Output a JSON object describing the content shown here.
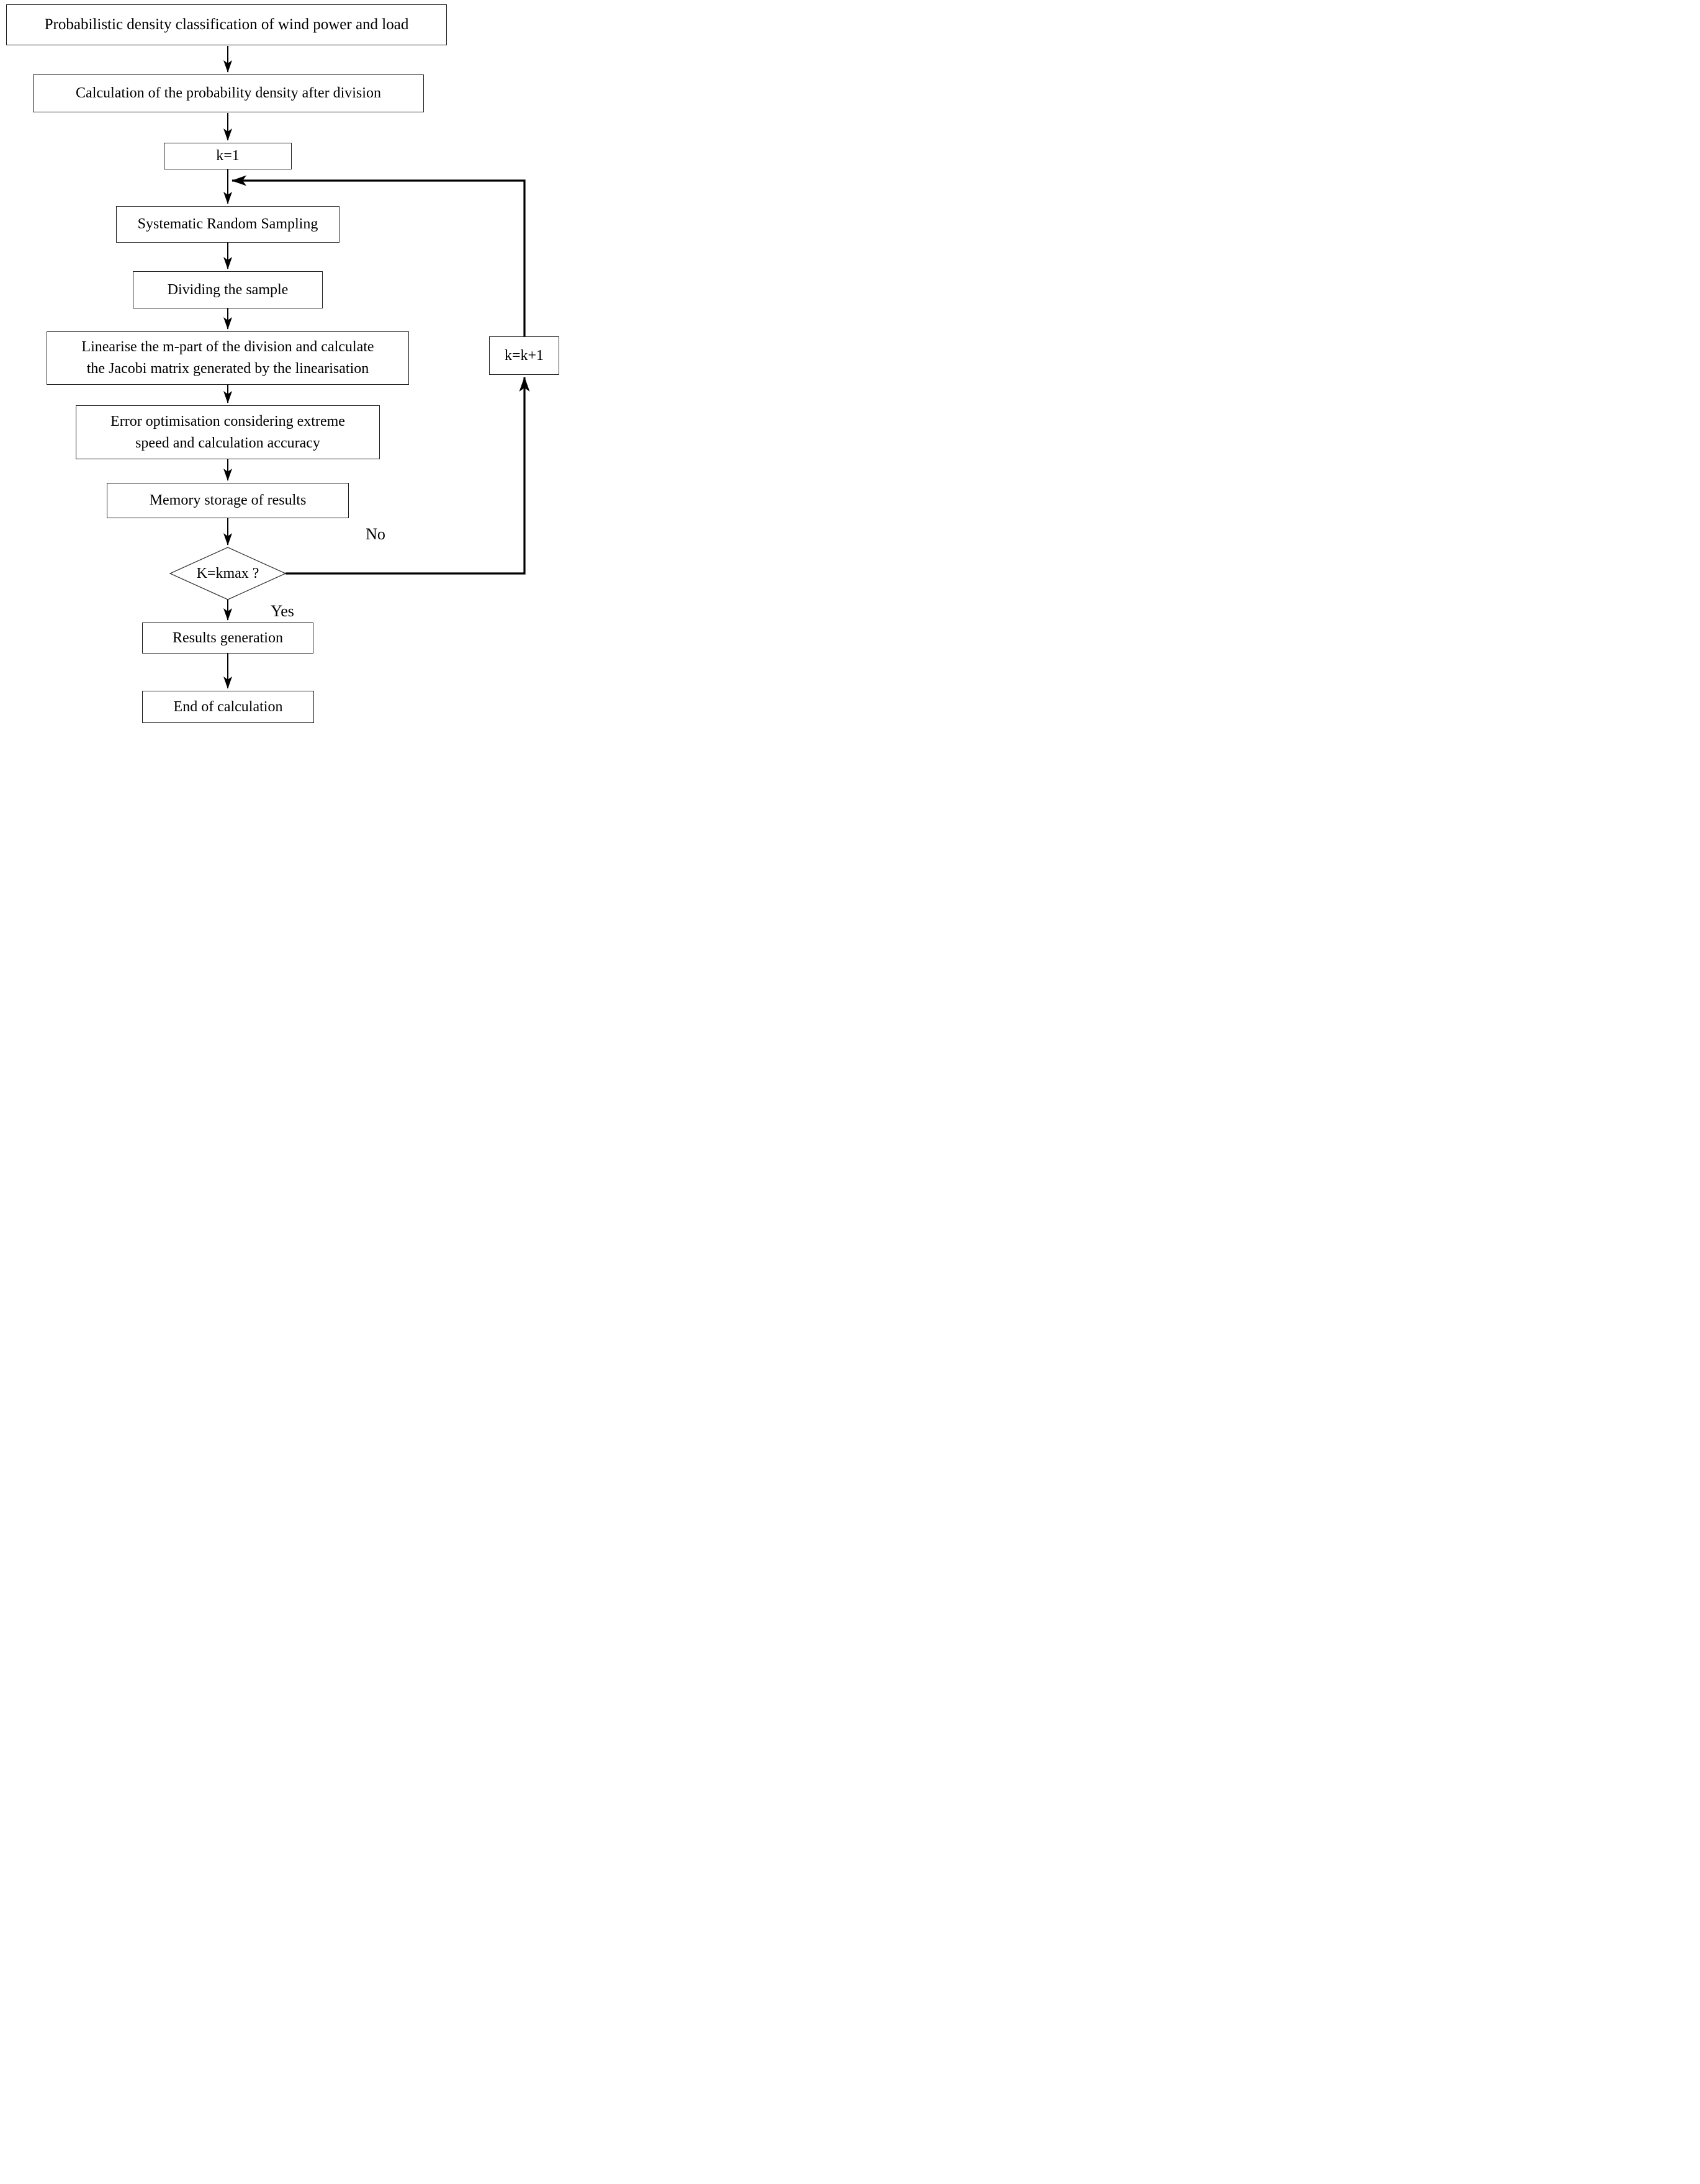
{
  "flowchart": {
    "nodes": {
      "classify": {
        "label": "Probabilistic density classification of wind power and load",
        "type": "process"
      },
      "calc_density": {
        "label": "Calculation of the probability density after division",
        "type": "process"
      },
      "k_init": {
        "label": "k=1",
        "type": "process"
      },
      "sampling": {
        "label": "Systematic Random Sampling",
        "type": "process"
      },
      "dividing": {
        "label": "Dividing the sample",
        "type": "process"
      },
      "linearise": {
        "label": "Linearise the m-part of the division and calculate\nthe Jacobi matrix generated by the linearisation",
        "type": "process"
      },
      "error_opt": {
        "label": "Error optimisation considering extreme\nspeed and calculation accuracy",
        "type": "process"
      },
      "memory": {
        "label": "Memory storage of results",
        "type": "process"
      },
      "decision": {
        "label": "K=kmax ?",
        "type": "decision"
      },
      "results": {
        "label": "Results generation",
        "type": "process"
      },
      "end": {
        "label": "End of calculation",
        "type": "process"
      },
      "increment": {
        "label": "k=k+1",
        "type": "process"
      }
    },
    "branch_labels": {
      "no": "No",
      "yes": "Yes"
    },
    "colors": {
      "line": "#000000",
      "box_border": "#1f1f1f",
      "background": "#ffffff"
    }
  }
}
